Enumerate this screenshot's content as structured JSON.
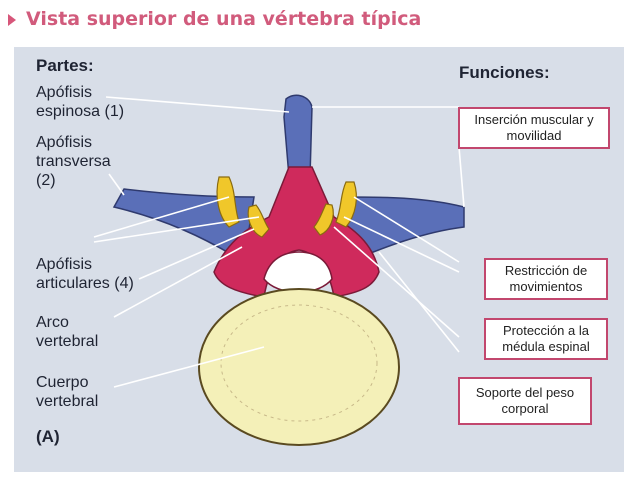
{
  "slide": {
    "title": "Vista superior de una vértebra típica",
    "accent_color": "#d15b7c"
  },
  "figure": {
    "parts_heading": "Partes:",
    "functions_heading": "Funciones:",
    "panel_label": "(A)",
    "parts": [
      {
        "line1": "Apófisis",
        "line2": "espinosa (1)"
      },
      {
        "line1": "Apófisis",
        "line2": "transversa",
        "line3": "(2)"
      },
      {
        "line1": "Apófisis",
        "line2": "articulares (4)"
      },
      {
        "line1": "Arco",
        "line2": "vertebral"
      },
      {
        "line1": "Cuerpo",
        "line2": "vertebral"
      }
    ],
    "functions": [
      {
        "line1": "Inserción muscular y",
        "line2": "movilidad"
      },
      {
        "line1": "Restricción de",
        "line2": "movimientos"
      },
      {
        "line1": "Protección a la",
        "line2": "médula espinal"
      },
      {
        "line1": "Soporte del peso",
        "line2": "corporal"
      }
    ],
    "colors": {
      "arch": "#cf2a5c",
      "processes": "#5a6fb8",
      "articular": "#f0c72a",
      "body": "#f4f0b8",
      "box_border": "#c2476e"
    }
  }
}
